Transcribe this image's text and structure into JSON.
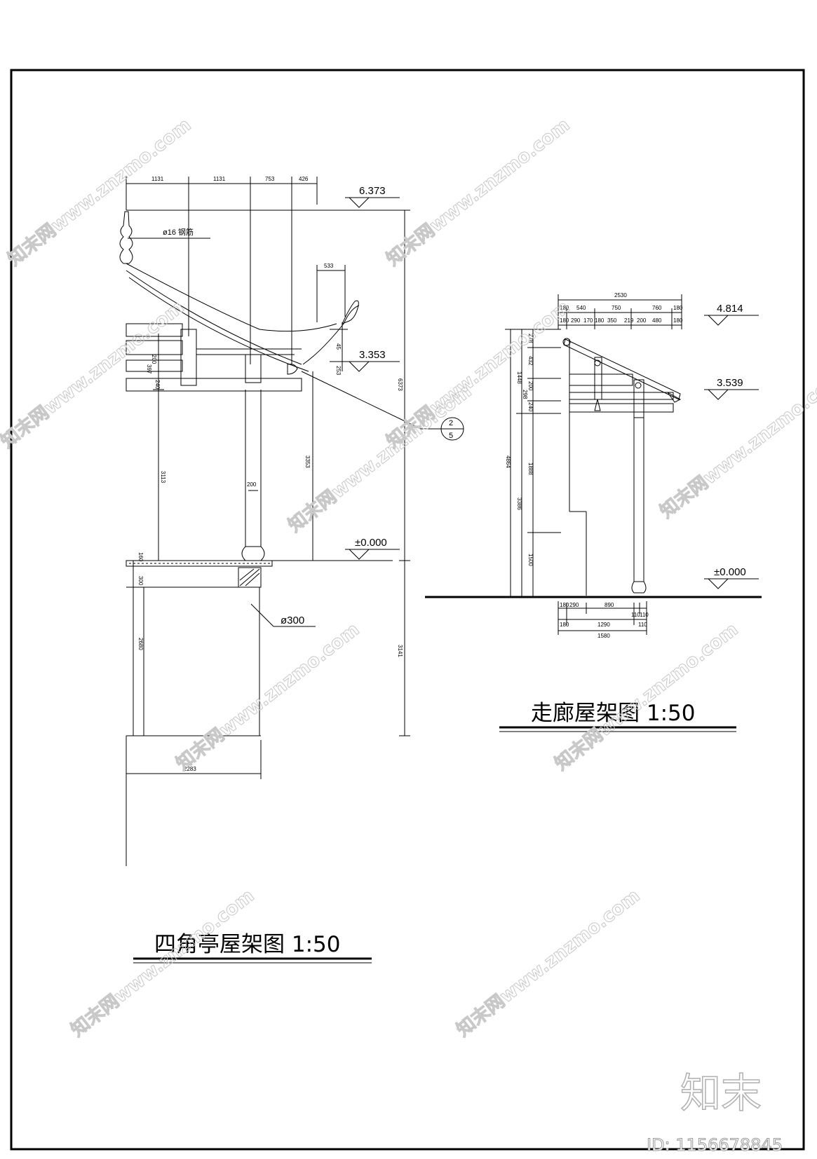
{
  "pavilion": {
    "title": "四角亭屋架图 1:50",
    "top_dims": [
      "1131",
      "1131",
      "753",
      "426"
    ],
    "rod_label": "ø16 钢筋",
    "ridge_dim": "533",
    "levels": {
      "top": "6.373",
      "eave": "3.353",
      "ground": "±0.000"
    },
    "vertical_dims": [
      "200",
      "397",
      "240",
      "3113",
      "3353",
      "6373",
      "160",
      "300",
      "2680",
      "3141",
      "45",
      "253"
    ],
    "column_dim": "200",
    "pile_label": "ø300",
    "base_dim": "2283",
    "detail_ref_top": "2",
    "detail_ref_bottom": "5"
  },
  "corridor": {
    "title": "走廊屋架图 1:50",
    "top_total": "2530",
    "top_row1": [
      "180",
      "540",
      "750",
      "760",
      "180"
    ],
    "top_row2": [
      "180",
      "290",
      "170",
      "180",
      "350",
      "219",
      "200",
      "480",
      "180"
    ],
    "levels": {
      "top": "4.814",
      "mid": "3.539",
      "ground": "±0.000"
    },
    "left_dims": [
      "4864",
      "3386",
      "278",
      "432",
      "1448",
      "200",
      "298",
      "240",
      "1888",
      "1500"
    ],
    "bottom_row1": [
      "180",
      "290",
      "890",
      "110",
      "110"
    ],
    "bottom_row2": [
      "180",
      "1290",
      "110"
    ],
    "bottom_total": "1580"
  },
  "watermark": {
    "text": "知末网www.znzmo.com",
    "logo": "知末",
    "id_label": "ID: 1156678845"
  }
}
